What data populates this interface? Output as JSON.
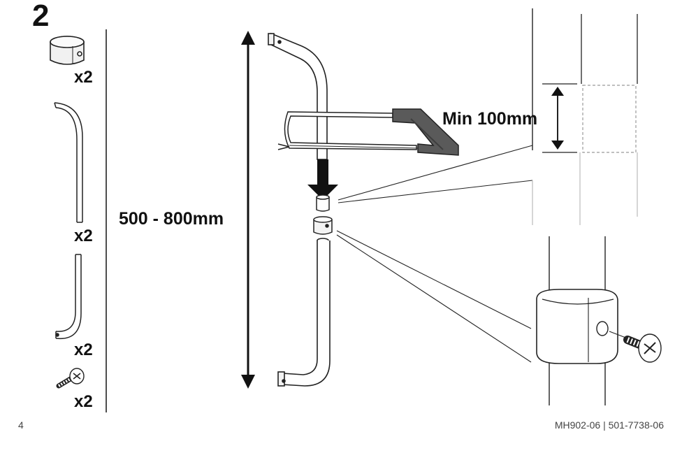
{
  "step_number": "2",
  "parts": [
    {
      "icon": "connector-sleeve-icon",
      "quantity": "x2"
    },
    {
      "icon": "long-hook-rail-icon",
      "quantity": "x2"
    },
    {
      "icon": "short-hook-rail-icon",
      "quantity": "x2"
    },
    {
      "icon": "screw-icon",
      "quantity": "x2"
    }
  ],
  "dimensions": {
    "length_range": "500 - 800mm",
    "min_cut": "Min 100mm"
  },
  "footer": {
    "page_number": "4",
    "doc_reference": "MH902-06 | 501-7738-06"
  }
}
